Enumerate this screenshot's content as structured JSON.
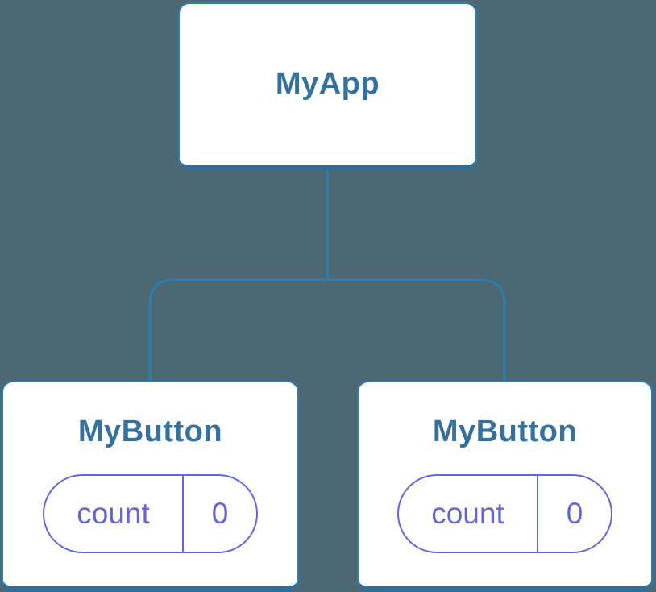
{
  "colors": {
    "background": "#4C6973",
    "connector": "#2F7CAE",
    "card_border": "#2F7CAE",
    "card_bottom": "#2C6F9F",
    "card_bg": "#FFFFFF",
    "node_label": "#35719E",
    "state": "#6565D8"
  },
  "nodes": {
    "root": {
      "label": "MyApp"
    },
    "children": [
      {
        "label": "MyButton",
        "state": {
          "key": "count",
          "value": "0"
        }
      },
      {
        "label": "MyButton",
        "state": {
          "key": "count",
          "value": "0"
        }
      }
    ]
  }
}
